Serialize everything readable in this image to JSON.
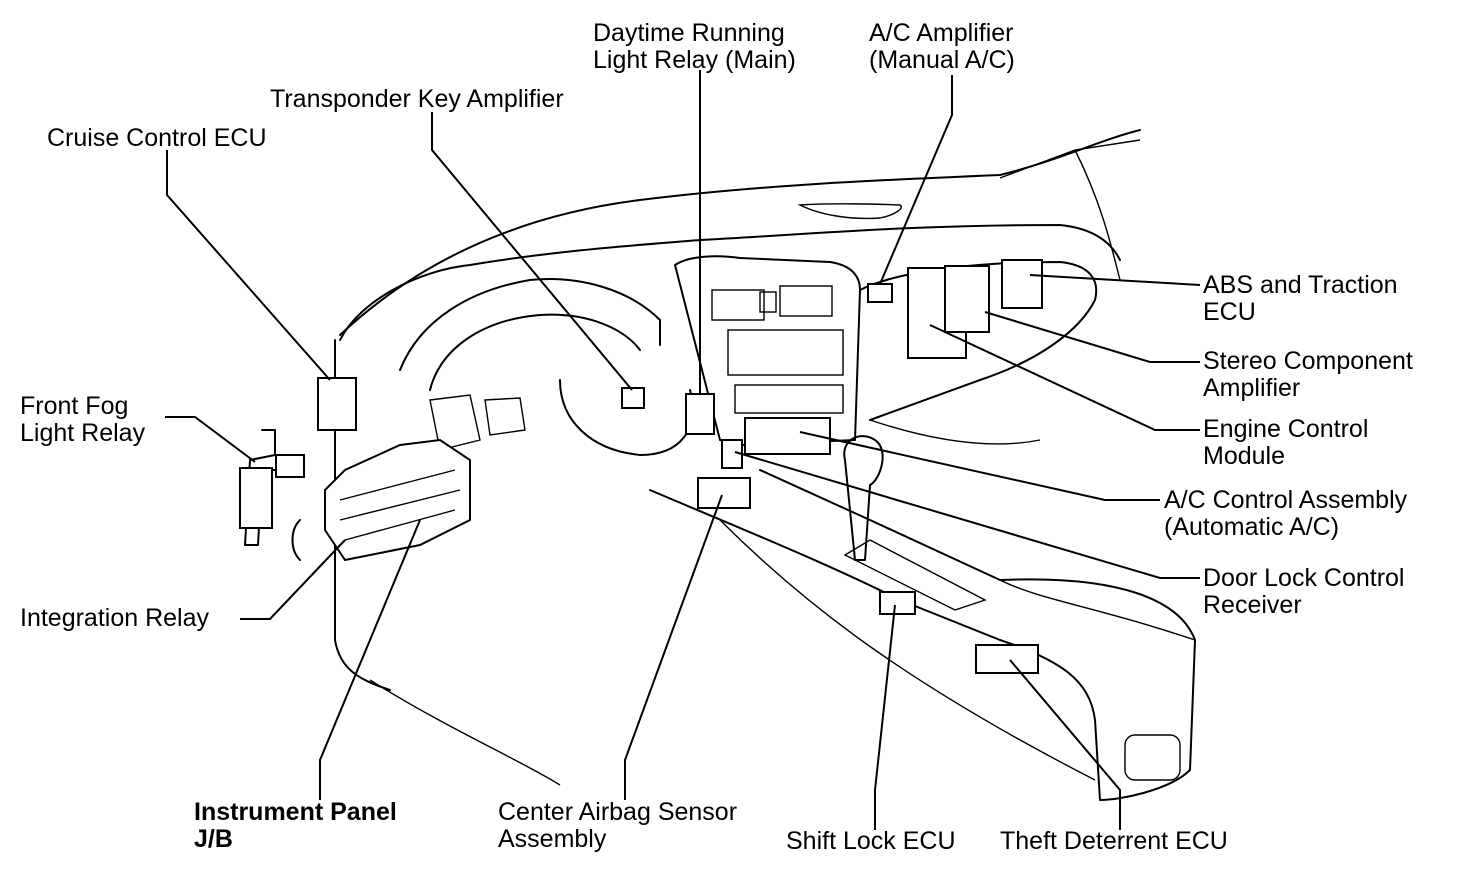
{
  "labels": {
    "daytime_running_light_relay": [
      "Daytime Running",
      "Light Relay (Main)"
    ],
    "ac_amplifier": [
      "A/C Amplifier",
      "(Manual A/C)"
    ],
    "transponder_key_amplifier": [
      "Transponder Key Amplifier"
    ],
    "cruise_control_ecu": [
      "Cruise Control ECU"
    ],
    "abs_traction_ecu": [
      "ABS and Traction",
      "ECU"
    ],
    "stereo_component_amplifier": [
      "Stereo Component",
      "Amplifier"
    ],
    "engine_control_module": [
      "Engine Control",
      "Module"
    ],
    "front_fog_light_relay": [
      "Front Fog",
      "Light Relay"
    ],
    "ac_control_assembly": [
      "A/C Control Assembly",
      "(Automatic A/C)"
    ],
    "door_lock_control_receiver": [
      "Door Lock Control",
      "Receiver"
    ],
    "integration_relay": [
      "Integration Relay"
    ],
    "instrument_panel_jb": [
      "Instrument Panel",
      "J/B"
    ],
    "center_airbag_sensor": [
      "Center Airbag Sensor",
      "Assembly"
    ],
    "shift_lock_ecu": [
      "Shift Lock ECU"
    ],
    "theft_deterrent_ecu": [
      "Theft Deterrent ECU"
    ]
  }
}
